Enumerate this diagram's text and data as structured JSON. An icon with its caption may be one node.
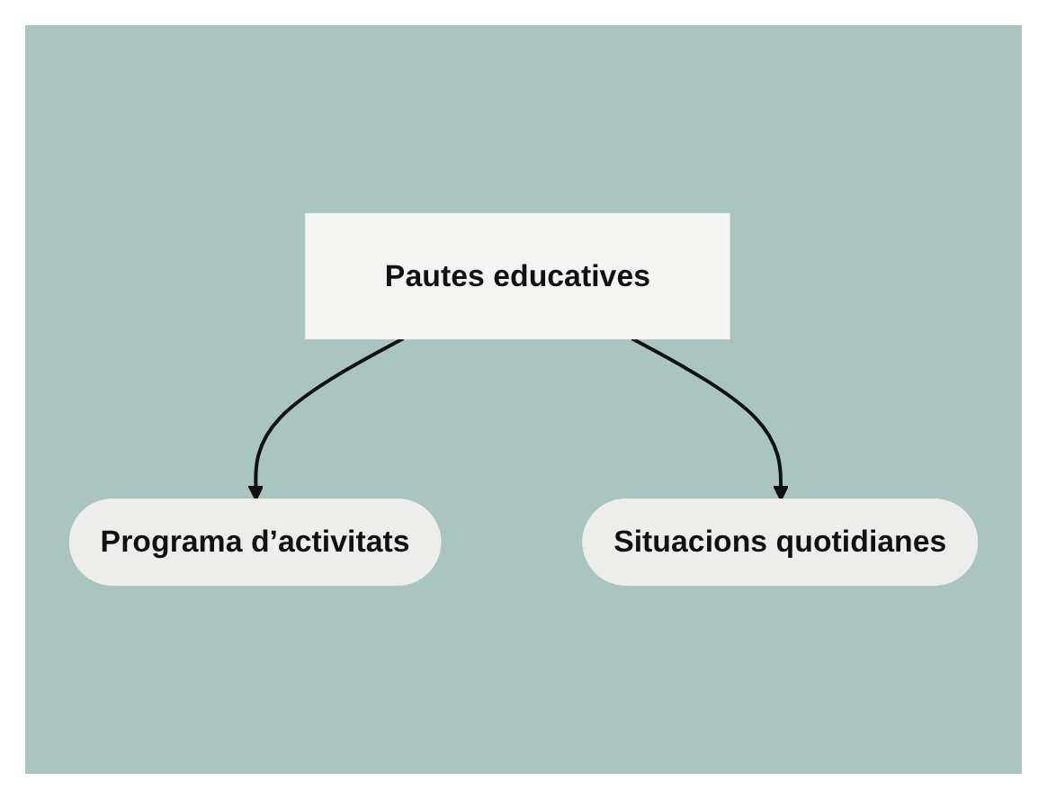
{
  "diagram": {
    "nodes": [
      {
        "text": [
          "Pautes educatives"
        ]
      },
      {
        "text": [
          "Programa d’activitats"
        ]
      },
      {
        "text": [
          "Situacions quotidianes"
        ]
      }
    ],
    "edges": [
      {
        "from": 0,
        "to": 1,
        "arrow": "to"
      },
      {
        "from": 0,
        "to": 2,
        "arrow": "to"
      }
    ]
  }
}
